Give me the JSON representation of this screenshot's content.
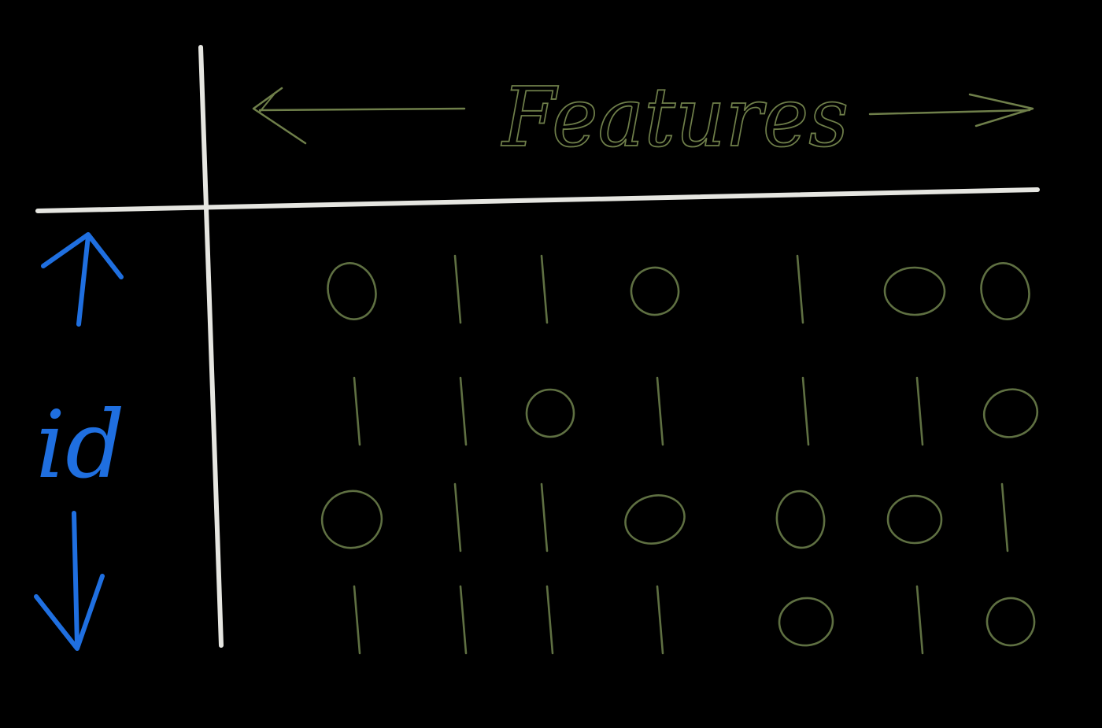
{
  "header": {
    "label": "Features",
    "color": "#6f7f4a"
  },
  "side": {
    "label": "id",
    "color": "#1f6fe0"
  },
  "divider_color": "#e6e6e1",
  "digit_color": "#5f7042",
  "matrix": [
    [
      0,
      1,
      1,
      0,
      1,
      0,
      0
    ],
    [
      1,
      1,
      0,
      1,
      1,
      1,
      0
    ],
    [
      0,
      1,
      1,
      0,
      0,
      0,
      1
    ],
    [
      1,
      1,
      1,
      1,
      0,
      1,
      0
    ]
  ]
}
